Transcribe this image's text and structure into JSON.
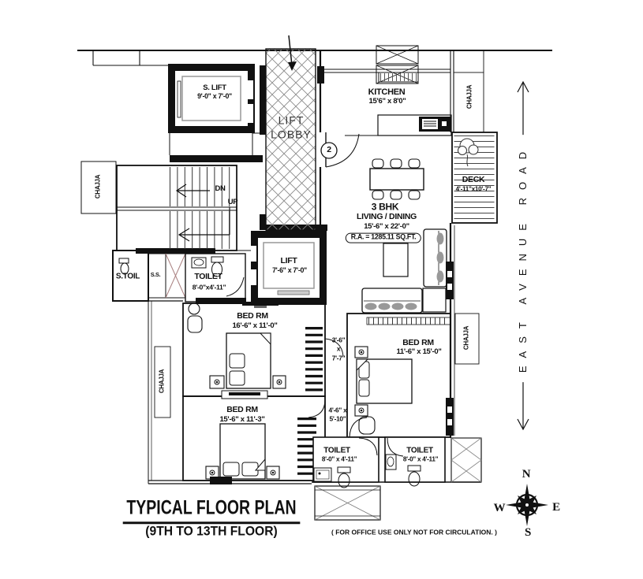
{
  "title": {
    "main": "TYPICAL FLOOR PLAN",
    "sub": "(9TH TO 13TH FLOOR)",
    "note": "( FOR OFFICE USE ONLY NOT FOR CIRCULATION. )"
  },
  "road": {
    "name": "EAST AVENUE ROAD"
  },
  "compass": {
    "n": "N",
    "e": "E",
    "s": "S",
    "w": "W"
  },
  "unit": {
    "type": "3 BHK",
    "area": "R.A. = 1285.11 SQ.FT."
  },
  "entry": {
    "door_number": "2"
  },
  "stairs": {
    "down": "DN",
    "up": "UP"
  },
  "chajja": {
    "label": "CHAJJA"
  },
  "rooms": {
    "s_lift": {
      "name": "S. LIFT",
      "dims": "9'-0\" x 7'-0\""
    },
    "lift_lobby": {
      "line1": "LIFT",
      "line2": "LOBBY"
    },
    "lift": {
      "name": "LIFT",
      "dims": "7'-6\" x 7'-0\""
    },
    "kitchen": {
      "name": "KITCHEN",
      "dims": "15'6\" x 8'0\""
    },
    "living": {
      "name": "LIVING / DINING",
      "dims": "15'-6\" x 22'-0\""
    },
    "deck": {
      "name": "DECK",
      "dims": "4'-11\"x10'-7\""
    },
    "bed1": {
      "name": "BED RM",
      "dims": "16'-6\" x 11'-0\""
    },
    "bed2": {
      "name": "BED RM",
      "dims": "11'-6\" x 15'-0\""
    },
    "bed3": {
      "name": "BED RM",
      "dims": "15'-6\" x 11'-3\""
    },
    "toilet1": {
      "name": "TOILET",
      "dims": "8'-0\"x4'-11\""
    },
    "toilet2": {
      "name": "TOILET",
      "dims": "8'-0\" x 4'-11\""
    },
    "toilet3": {
      "name": "TOILET",
      "dims": "8'-0\" x 4'-11\""
    },
    "servant_toilet": {
      "name": "S.TOIL"
    },
    "service_shaft": {
      "name": "S.S."
    },
    "passage1": {
      "l1": "3'-6\"",
      "l2": "x",
      "l3": "7'-7\""
    },
    "passage2": {
      "l1": "4'-6\" x",
      "l2": "5'-10\""
    }
  },
  "colors": {
    "ink": "#111111",
    "shaft_hatch": "#a98080",
    "cushion": "#999999"
  }
}
